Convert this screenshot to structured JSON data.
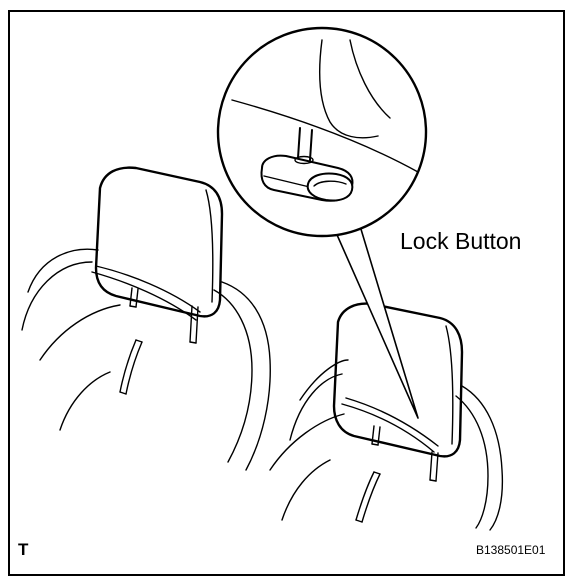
{
  "labels": {
    "callout": "Lock Button",
    "corner_code": "T",
    "figure_id": "B138501E01"
  },
  "colors": {
    "line": "#000000",
    "background": "#ffffff"
  }
}
